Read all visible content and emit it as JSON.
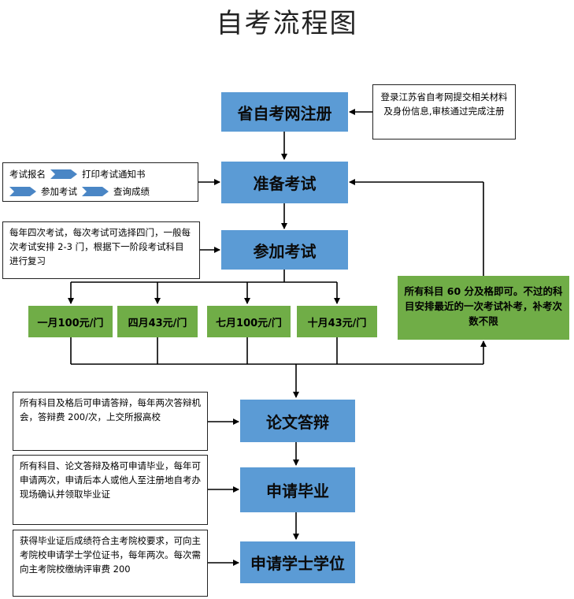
{
  "title": "自考流程图",
  "steps": {
    "register": "省自考网注册",
    "prepare": "准备考试",
    "attend": "参加考试",
    "thesis": "论文答辩",
    "graduate": "申请毕业",
    "degree": "申请学士学位"
  },
  "sessions": [
    "一月100元/门",
    "四月43元/门",
    "七月100元/门",
    "十月43元/门"
  ],
  "notes": {
    "register": "登录江苏省自考网提交相关材料及身份信息,审核通过完成注册",
    "prepare_row1_a": "考试报名",
    "prepare_row1_b": "打印考试通知书",
    "prepare_row2_a": "参加考试",
    "prepare_row2_b": "查询成绩",
    "attend": "每年四次考试，每次考试可选择四门，一般每次考试安排 2-3 门，根据下一阶段考试科目进行复习",
    "retake": "所有科目 60 分及格即可。不过的科目安排最近的一次考试补考，补考次数不限",
    "thesis": "所有科目及格后可申请答辩，每年两次答辩机会，答辩费 200/次，上交所报高校",
    "graduate": "所有科目、论文答辩及格可申请毕业，每年可申请两次，申请后本人或他人至注册地自考办现场确认并领取毕业证",
    "degree": "获得毕业证后成绩符合主考院校要求，可向主考院校申请学士学位证书，每年两次。每次需向主考院校缴纳评审费 200"
  },
  "colors": {
    "step_box": "#5b9bd5",
    "session_box": "#70ad47",
    "chevron": "#4a86c5",
    "line": "#000000"
  }
}
